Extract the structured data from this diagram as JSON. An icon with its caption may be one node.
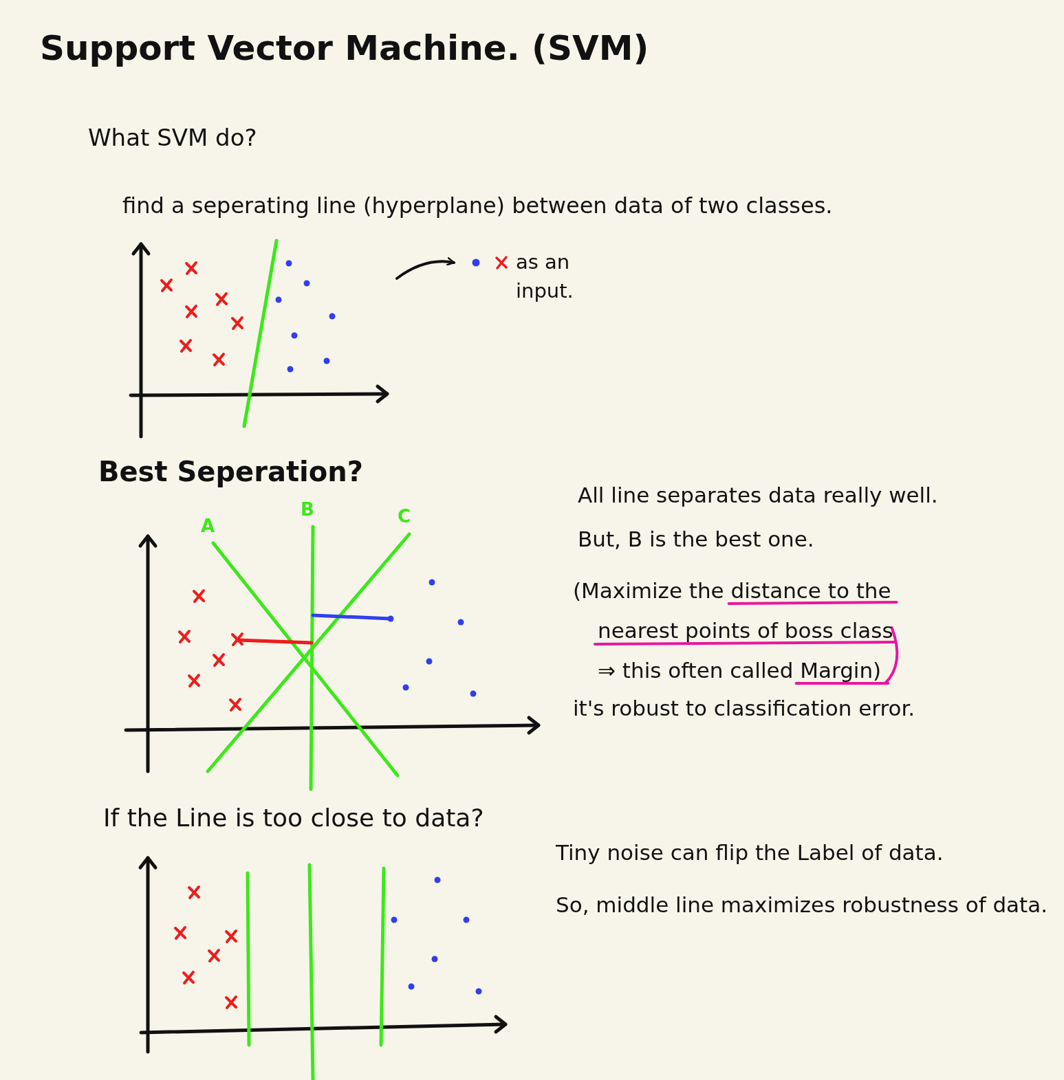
{
  "diagram": {
    "title": "Support Vector Machine. (SVM)",
    "nodes": [
      {
        "text": [],
        "shape": "picture"
      },
      {
        "text": [
          "as an input."
        ]
      }
    ],
    "edges": [
      {
        "from": 0,
        "to": 1,
        "arrow": "to"
      }
    ],
    "labels": [
      "What SVM do?",
      "find a seperating line (hyperplane) between data of two classes.",
      "Best Seperation?",
      "A",
      "B",
      "C",
      "All line separates data really well.",
      "But, B is the best one.",
      "(Maximize the distance to the nearest points of boss class ⇒ this often called Margin)",
      "it's robust to classification error.",
      "If the Line is too close to data?",
      "Tiny noise can flip the Label of data.",
      "So, middle line maximizes robustness of data."
    ]
  }
}
